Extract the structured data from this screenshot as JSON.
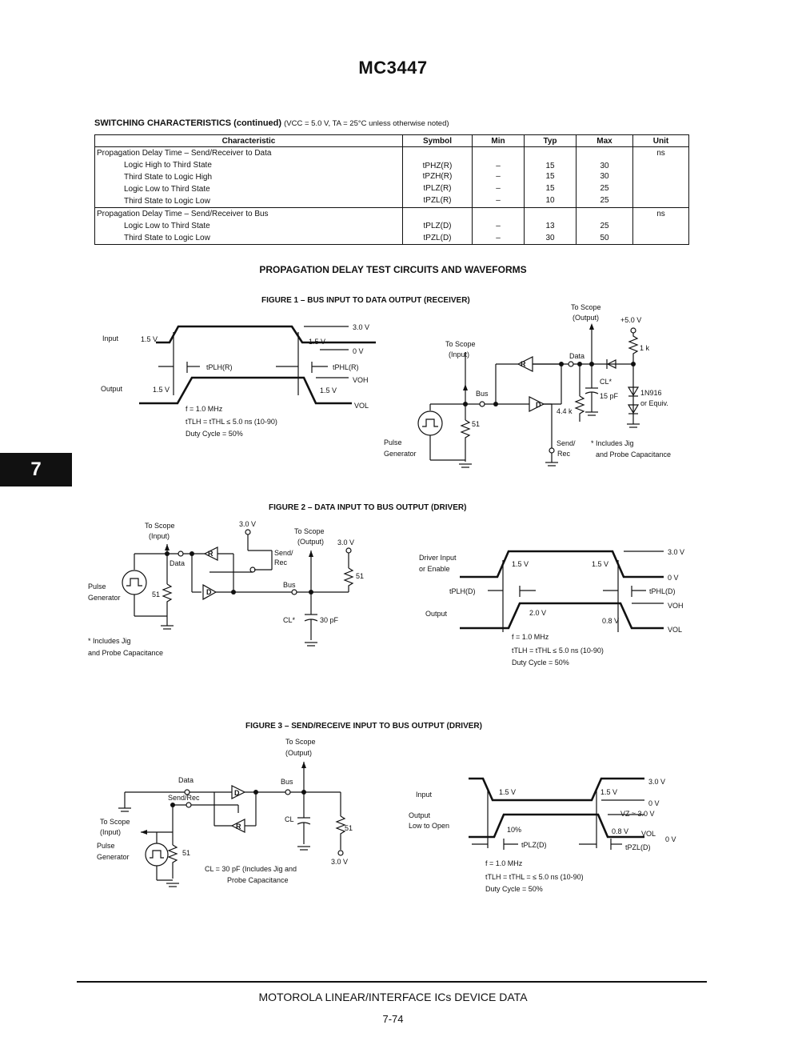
{
  "page_title": "MC3447",
  "switching": {
    "heading": "SWITCHING CHARACTERISTICS (continued)",
    "conditions": "(VCC = 5.0 V, TA = 25°C unless otherwise noted)",
    "columns": [
      "Characteristic",
      "Symbol",
      "Min",
      "Typ",
      "Max",
      "Unit"
    ],
    "groups": [
      {
        "title": "Propagation Delay Time – Send/Receiver to Data",
        "unit": "ns",
        "rows": [
          {
            "char": "Logic High to Third State",
            "sym": "tPHZ(R)",
            "min": "–",
            "typ": "15",
            "max": "30"
          },
          {
            "char": "Third State to Logic High",
            "sym": "tPZH(R)",
            "min": "–",
            "typ": "15",
            "max": "30"
          },
          {
            "char": "Logic Low to Third State",
            "sym": "tPLZ(R)",
            "min": "–",
            "typ": "15",
            "max": "25"
          },
          {
            "char": "Third State to Logic Low",
            "sym": "tPZL(R)",
            "min": "–",
            "typ": "10",
            "max": "25"
          }
        ]
      },
      {
        "title": "Propagation Delay Time – Send/Receiver to Bus",
        "unit": "ns",
        "rows": [
          {
            "char": "Logic Low to Third State",
            "sym": "tPLZ(D)",
            "min": "–",
            "typ": "13",
            "max": "25"
          },
          {
            "char": "Third State to Logic Low",
            "sym": "tPZL(D)",
            "min": "–",
            "typ": "30",
            "max": "50"
          }
        ]
      }
    ]
  },
  "section_title": "PROPAGATION DELAY TEST CIRCUITS AND WAVEFORMS",
  "fig1": {
    "title": "FIGURE 1 – BUS INPUT TO DATA OUTPUT (RECEIVER)",
    "input": "Input",
    "output": "Output",
    "v15": "1.5 V",
    "v30": "3.0 V",
    "v0": "0 V",
    "voh": "VOH",
    "vol": "VOL",
    "tplh": "tPLH(R)",
    "tphl": "tPHL(R)",
    "freq": "f = 1.0 MHz",
    "rise": "tTLH = tTHL ≤ 5.0 ns (10-90)",
    "duty": "Duty Cycle = 50%",
    "scope_in": [
      "To Scope",
      "(Input)"
    ],
    "scope_out": [
      "To Scope",
      "(Output)"
    ],
    "vcc": "+5.0 V",
    "data": "Data",
    "bus": "Bus",
    "r1k": "1 k",
    "r44k": "4.4 k",
    "r51": "51",
    "cl": "CL*",
    "c15": "15 pF",
    "diode": [
      "1N916",
      "or Equiv."
    ],
    "pulse": [
      "Pulse",
      "Generator"
    ],
    "sendrec": [
      "Send/",
      "Rec"
    ],
    "note": [
      "* Includes Jig",
      "and Probe Capacitance"
    ],
    "gate_r": "R",
    "gate_d": "D"
  },
  "tab": "7",
  "fig2": {
    "title": "FIGURE 2 – DATA INPUT TO BUS OUTPUT (DRIVER)",
    "scope_in": [
      "To Scope",
      "(Input)"
    ],
    "scope_out": [
      "To Scope",
      "(Output)"
    ],
    "v30a": "3.0 V",
    "v30b": "3.0 V",
    "data": "Data",
    "sendrec": [
      "Send/",
      "Rec"
    ],
    "bus": "Bus",
    "r51a": "51",
    "r51b": "51",
    "cl": "CL*",
    "c30": "30 pF",
    "pulse": [
      "Pulse",
      "Generator"
    ],
    "note": [
      "* Includes Jig",
      "and Probe Capacitance"
    ],
    "driver_in": [
      "Driver Input",
      "or Enable"
    ],
    "output": "Output",
    "v15a": "1.5 V",
    "v15b": "1.5 V",
    "v30": "3.0 V",
    "v0": "0 V",
    "v20": "2.0 V",
    "v08": "0.8 V",
    "voh": "VOH",
    "vol": "VOL",
    "tplh": "tPLH(D)",
    "tphl": "tPHL(D)",
    "freq": "f = 1.0 MHz",
    "rise": "tTLH = tTHL ≤ 5.0 ns (10-90)",
    "duty": "Duty Cycle = 50%",
    "gate_r": "R",
    "gate_d": "D"
  },
  "fig3": {
    "title": "FIGURE 3 – SEND/RECEIVE INPUT TO BUS OUTPUT (DRIVER)",
    "scope_out": [
      "To Scope",
      "(Output)"
    ],
    "data": "Data",
    "bus": "Bus",
    "sendrec": "Send/Rec",
    "scope_in": [
      "To Scope",
      "(Input)"
    ],
    "pulse": [
      "Pulse",
      "Generator"
    ],
    "r51a": "51",
    "r51b": "51",
    "cl": "CL",
    "v30": "3.0 V",
    "cl_note": [
      "CL = 30 pF (Includes Jig and",
      "Probe Capacitance"
    ],
    "input": "Input",
    "output": [
      "Output",
      "Low to Open"
    ],
    "v15a": "1.5 V",
    "v15b": "1.5 V",
    "v30w": "3.0 V",
    "v0a": "0 V",
    "vz": "VZ ≈ 3.0 V",
    "p10": "10%",
    "v08": "0.8 V",
    "vol": "VOL",
    "v0b": "0 V",
    "tplz": "tPLZ(D)",
    "tpzl": "tPZL(D)",
    "freq": "f = 1.0 MHz",
    "rise": "tTLH = tTHL = ≤ 5.0 ns (10-90)",
    "duty": "Duty Cycle = 50%",
    "gate_r": "R",
    "gate_d": "D"
  },
  "footer": "MOTOROLA LINEAR/INTERFACE ICs DEVICE DATA",
  "page_number": "7-74"
}
